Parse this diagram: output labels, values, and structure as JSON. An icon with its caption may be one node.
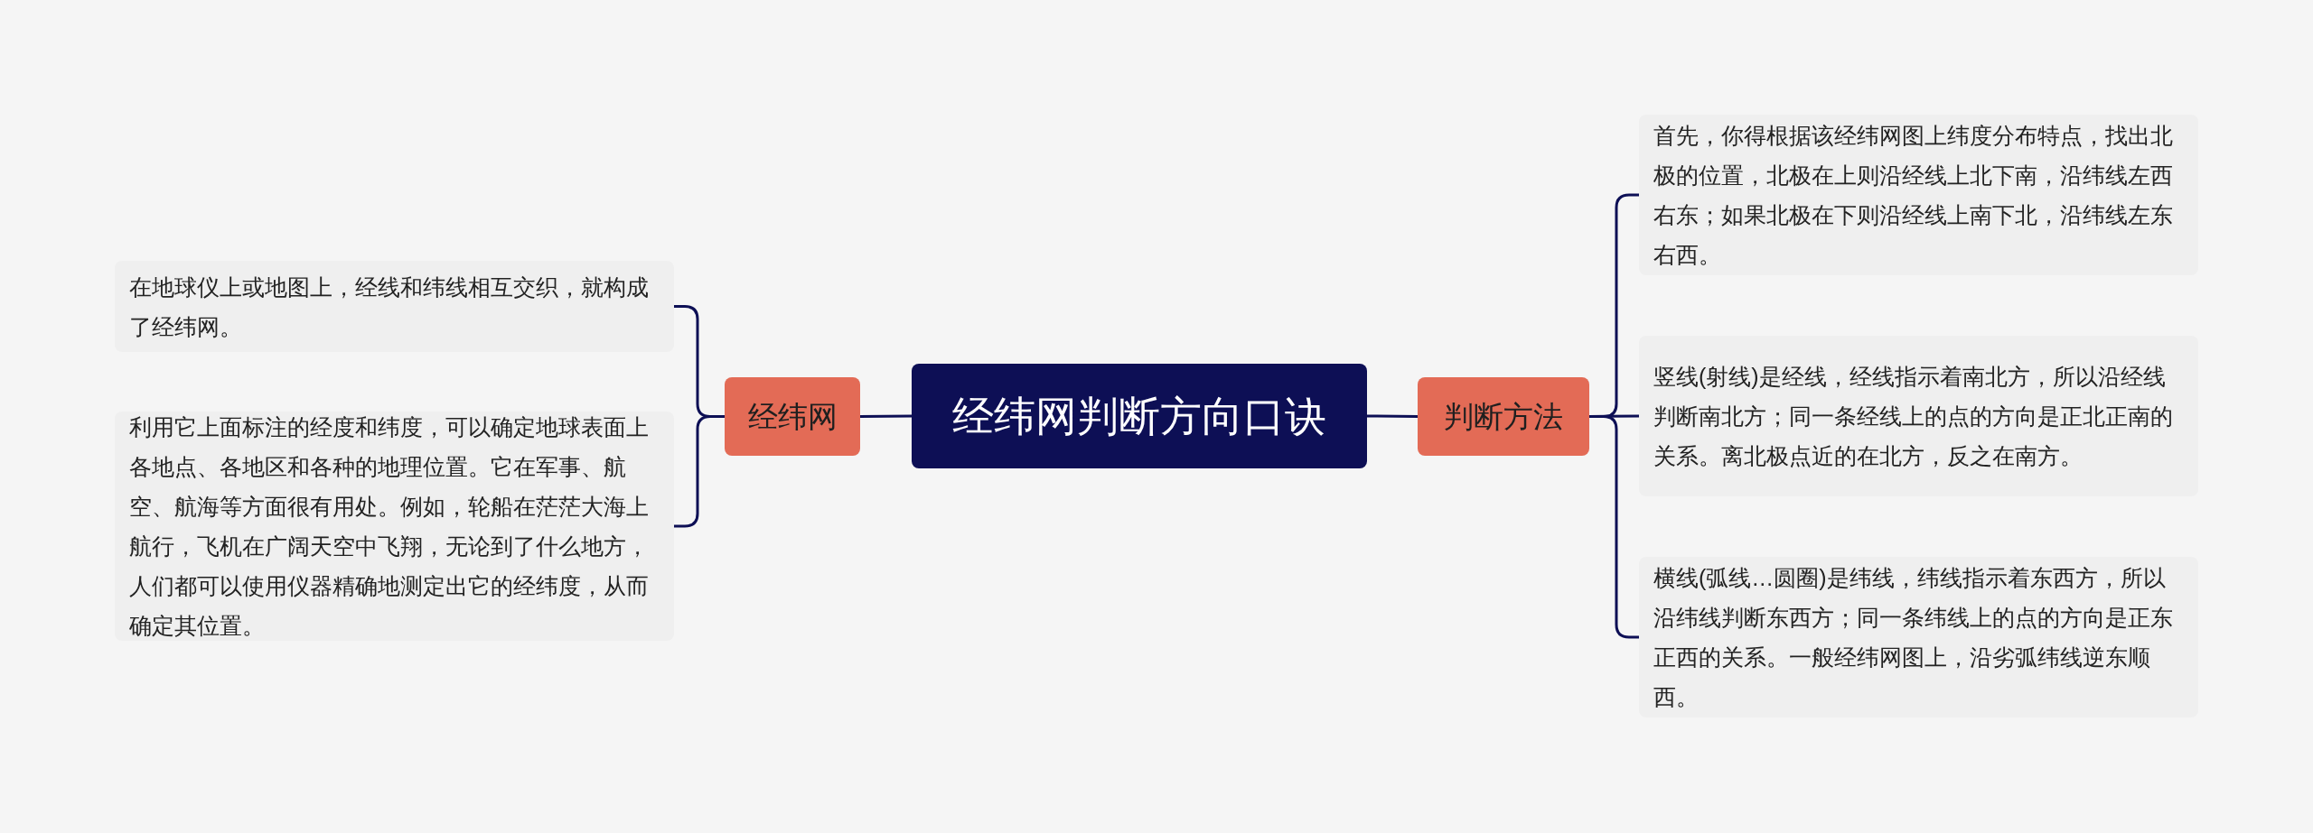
{
  "diagram": {
    "nodes": [
      {
        "text": [
          "经纬网判断方向口诀"
        ]
      },
      {
        "text": [
          "经纬网"
        ]
      },
      {
        "text": [
          "在地球仪上或地图上，经线和纬线相互交织，就构成了经纬网。"
        ]
      },
      {
        "text": [
          "利用它上面标注的经度和纬度，可以确定地球表面上各地点、各地区和各种的地理位置。它在军事、航空、航海等方面很有用处。例如，轮船在茫茫大海上航行，飞机在广阔天空中飞翔，无论到了什么地方，人们都可以使用仪器精确地测定出它的经纬度，从而确定其位置。"
        ]
      },
      {
        "text": [
          "判断方法"
        ]
      },
      {
        "text": [
          "首先，你得根据该经纬网图上纬度分布特点，找出北极的位置，北极在上则沿经线上北下南，沿纬线左西右东；如果北极在下则沿经线上南下北，沿纬线左东右西。"
        ]
      },
      {
        "text": [
          "竖线(射线)是经线，经线指示着南北方，所以沿经线判断南北方；同一条经线上的点的方向是正北正南的关系。离北极点近的在北方，反之在南方。"
        ]
      },
      {
        "text": [
          "横线(弧线…圆圈)是纬线，纬线指示着东西方，所以沿纬线判断东西方；同一条纬线上的点的方向是正东正西的关系。一般经纬网图上，沿劣弧纬线逆东顺西。"
        ]
      }
    ],
    "edges": [
      {
        "from": 0,
        "to": 1,
        "arrow": "none"
      },
      {
        "from": 1,
        "to": 2,
        "arrow": "none"
      },
      {
        "from": 1,
        "to": 3,
        "arrow": "none"
      },
      {
        "from": 0,
        "to": 4,
        "arrow": "none"
      },
      {
        "from": 4,
        "to": 5,
        "arrow": "none"
      },
      {
        "from": 4,
        "to": 6,
        "arrow": "none"
      },
      {
        "from": 4,
        "to": 7,
        "arrow": "none"
      }
    ]
  }
}
